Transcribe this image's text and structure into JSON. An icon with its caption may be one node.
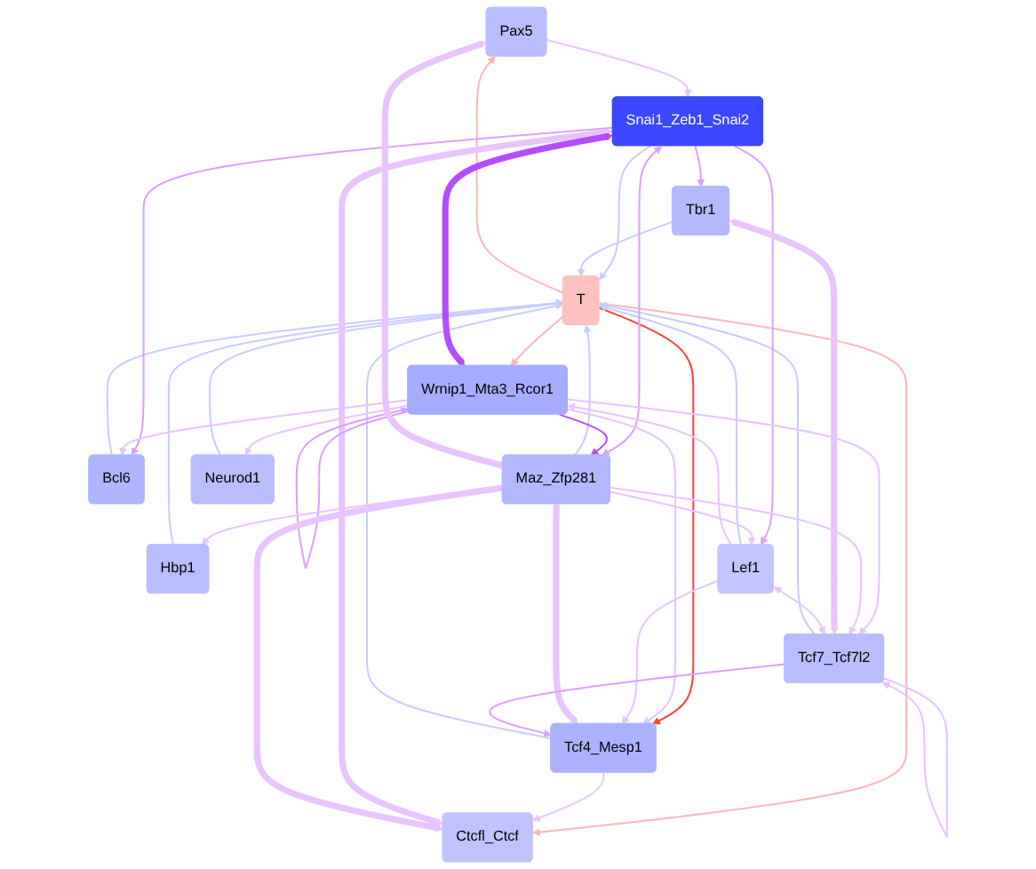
{
  "diagram": {
    "nodes": [
      {
        "text": [
          "Pax5"
        ]
      },
      {
        "text": [
          "Tcf4_Mesp1"
        ]
      },
      {
        "text": [
          "Snai1_Zeb1_Snai2"
        ]
      },
      {
        "text": [
          "Ctcfl_Ctcf"
        ]
      },
      {
        "text": [
          "Bcl6"
        ]
      },
      {
        "text": [
          "Wrnip1_Mta3_Rcor1"
        ]
      },
      {
        "text": [
          "T"
        ]
      },
      {
        "text": [
          "Maz_Zfp281"
        ]
      },
      {
        "text": [
          "Hbp1"
        ]
      },
      {
        "text": [
          "Tbr1"
        ]
      },
      {
        "text": [
          "Neurod1"
        ]
      },
      {
        "text": [
          "Lef1"
        ]
      },
      {
        "text": [
          "Tcf7_Tcf7l2"
        ]
      }
    ],
    "edges": [
      {
        "from": 6,
        "to": 0,
        "arrow": "to",
        "color": "#ffb6b6"
      },
      {
        "from": 6,
        "to": 1,
        "arrow": "to",
        "color": "#ff4040"
      },
      {
        "from": 6,
        "to": 3,
        "arrow": "to",
        "color": "#ffb6b6"
      },
      {
        "from": 6,
        "to": 5,
        "arrow": "to",
        "color": "#ffb6b6"
      },
      {
        "from": 1,
        "to": 6,
        "arrow": "to",
        "color": "#c8ccff"
      },
      {
        "from": 2,
        "to": 6,
        "arrow": "to",
        "color": "#c8ccff"
      },
      {
        "from": 4,
        "to": 6,
        "arrow": "to",
        "color": "#c8ccff"
      },
      {
        "from": 7,
        "to": 6,
        "arrow": "to",
        "color": "#c8ccff"
      },
      {
        "from": 9,
        "to": 6,
        "arrow": "to",
        "color": "#c8ccff"
      },
      {
        "from": 11,
        "to": 6,
        "arrow": "to",
        "color": "#c8ccff"
      },
      {
        "from": 12,
        "to": 6,
        "arrow": "to",
        "color": "#c8ccff"
      },
      {
        "from": 10,
        "to": 6,
        "arrow": "to",
        "color": "#c8ccff"
      },
      {
        "from": 8,
        "to": 6,
        "arrow": "to",
        "color": "#c8ccff"
      },
      {
        "from": 0,
        "to": 2,
        "arrow": "to"
      },
      {
        "from": 1,
        "to": 3,
        "arrow": "to"
      },
      {
        "from": 2,
        "to": 3,
        "arrow": "both",
        "style": "thick"
      },
      {
        "from": 2,
        "to": 5,
        "arrow": "both",
        "style": "thick",
        "color": "#b44cff"
      },
      {
        "from": 2,
        "to": 4,
        "arrow": "to",
        "color": "#dca0ff"
      },
      {
        "from": 2,
        "to": 7,
        "arrow": "both",
        "color": "#dca0ff"
      },
      {
        "from": 2,
        "to": 9,
        "arrow": "to",
        "color": "#dca0ff"
      },
      {
        "from": 2,
        "to": 11,
        "arrow": "to",
        "color": "#dca0ff"
      },
      {
        "from": 5,
        "to": 5,
        "arrow": "to",
        "color": "#dca0ff"
      },
      {
        "from": 5,
        "to": 4,
        "arrow": "to"
      },
      {
        "from": 5,
        "to": 1,
        "arrow": "to"
      },
      {
        "from": 5,
        "to": 7,
        "arrow": "to",
        "color": "#b44cff"
      },
      {
        "from": 5,
        "to": 10,
        "arrow": "to"
      },
      {
        "from": 5,
        "to": 12,
        "arrow": "to"
      },
      {
        "from": 11,
        "to": 5,
        "arrow": "to"
      },
      {
        "from": 11,
        "to": 1,
        "arrow": "to"
      },
      {
        "from": 7,
        "to": 0,
        "arrow": "to",
        "style": "thick"
      },
      {
        "from": 7,
        "to": 1,
        "arrow": "to",
        "style": "thick"
      },
      {
        "from": 7,
        "to": 3,
        "arrow": "to",
        "style": "thick"
      },
      {
        "from": 7,
        "to": 8,
        "arrow": "to"
      },
      {
        "from": 7,
        "to": 11,
        "arrow": "to"
      },
      {
        "from": 7,
        "to": 12,
        "arrow": "to"
      },
      {
        "from": 9,
        "to": 12,
        "arrow": "both",
        "style": "thick"
      },
      {
        "from": 11,
        "to": 12,
        "arrow": "both"
      },
      {
        "from": 12,
        "to": 12,
        "arrow": "to"
      },
      {
        "from": 12,
        "to": 1,
        "arrow": "to",
        "color": "#dca0ff"
      }
    ]
  }
}
